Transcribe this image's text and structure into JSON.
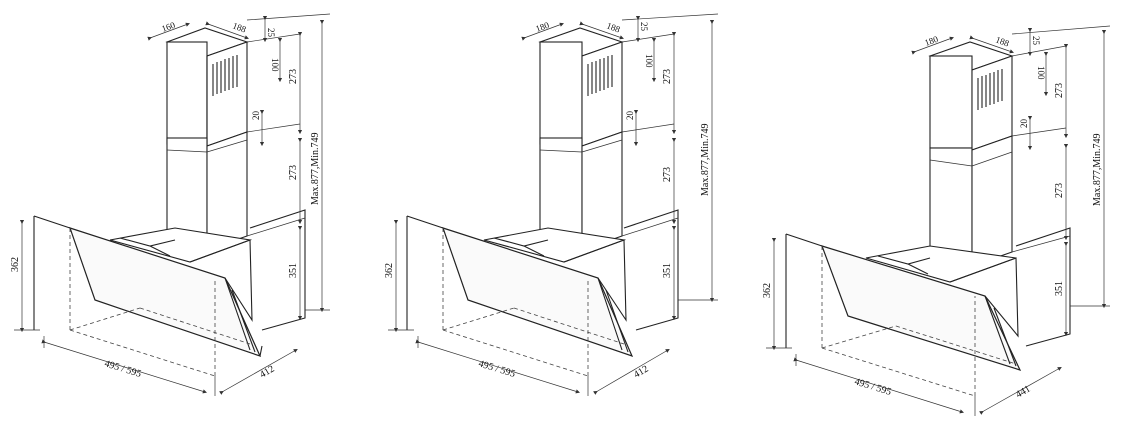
{
  "diagrams": [
    {
      "duct_depth": "160",
      "duct_width": "188",
      "top_gap": "25",
      "vent_height": "100",
      "upper_height": "273",
      "overlap": "20",
      "lower_height": "273",
      "hood_section": "351",
      "total_height": "Max.877,Min.749",
      "hood_height": "362",
      "width": "495 / 595",
      "depth": "412"
    },
    {
      "duct_depth": "180",
      "duct_width": "188",
      "top_gap": "25",
      "vent_height": "100",
      "upper_height": "273",
      "overlap": "20",
      "lower_height": "273",
      "hood_section": "351",
      "total_height": "Max.877,Min.749",
      "hood_height": "362",
      "width": "495 / 595",
      "depth": "412"
    },
    {
      "duct_depth": "180",
      "duct_width": "188",
      "top_gap": "25",
      "vent_height": "100",
      "upper_height": "273",
      "overlap": "20",
      "lower_height": "273",
      "hood_section": "351",
      "total_height": "Max.877,Min.749",
      "hood_height": "362",
      "width": "495 / 595",
      "depth": "441"
    }
  ]
}
